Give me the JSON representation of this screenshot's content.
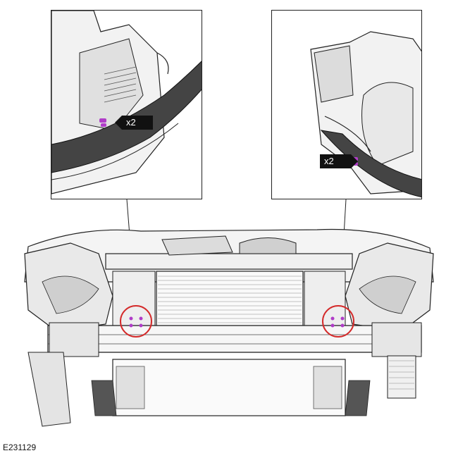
{
  "figure": {
    "id_label": "E231129",
    "callouts": {
      "left_inset_quantity": "x2",
      "right_inset_quantity": "x2"
    }
  },
  "colors": {
    "highlight_circle": "#d42a2a",
    "fastener": "#b03cc8",
    "line": "#222222",
    "background": "#ffffff"
  },
  "icons": {
    "fastener": "pushpin-retainer-icon",
    "callout_arrow": "arrow-pointer-icon"
  }
}
